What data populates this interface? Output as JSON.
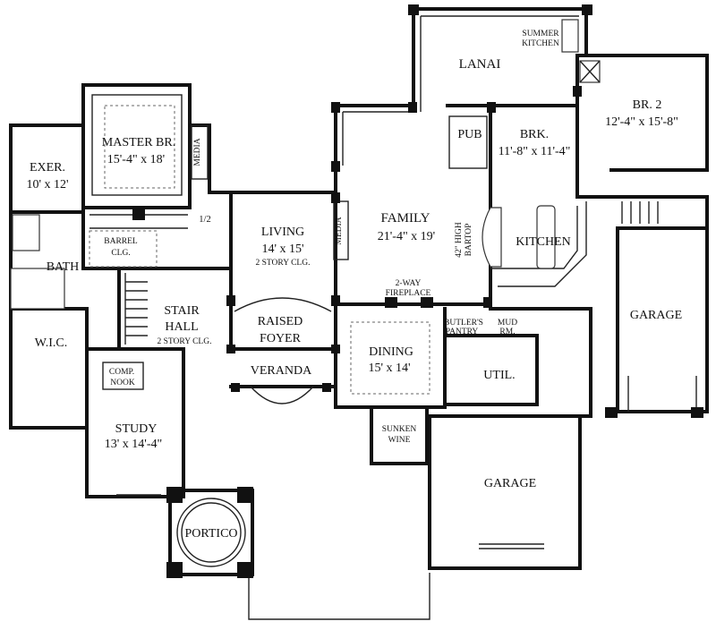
{
  "rooms": {
    "lanai": "LANAI",
    "summer_kitchen": [
      "SUMMER",
      "KITCHEN"
    ],
    "br2": "BR. 2",
    "br2_size": "12'-4\" x 15'-8\"",
    "master": "MASTER BR.",
    "master_size": "15'-4\" x 18'",
    "media_master": "MEDIA",
    "exer": "EXER.",
    "exer_size": "10' x 12'",
    "pub": "PUB",
    "brk": "BRK.",
    "brk_size": "11'-8\" x 11'-4\"",
    "family": "FAMILY",
    "family_size": "21'-4\" x 19'",
    "half_bath": "1/2",
    "living": "LIVING",
    "living_size": "14' x 15'",
    "living_clg": "2 STORY CLG.",
    "media_family": "MEDIA",
    "bartop": [
      "42\" HIGH",
      "BARTOP"
    ],
    "kitchen": "KITCHEN",
    "barrel": "BARREL",
    "barrel_clg": "CLG.",
    "bath": "BATH",
    "fireplace": [
      "2-WAY",
      "FIREPLACE"
    ],
    "garage_right": "GARAGE",
    "wic": "W.I.C.",
    "stair": "STAIR",
    "hall": "HALL",
    "stair_clg": "2 STORY CLG.",
    "raised": "RAISED",
    "foyer": "FOYER",
    "butlers": "BUTLER'S",
    "pantry": "PANTRY",
    "mud": "MUD",
    "rm": "RM.",
    "dining": "DINING",
    "dining_size": "15' x 14'",
    "veranda": "VERANDA",
    "comp": "COMP.",
    "nook": "NOOK",
    "util": "UTIL.",
    "study": "STUDY",
    "study_size": "13' x 14'-4\"",
    "sunken": "SUNKEN",
    "wine": "WINE",
    "garage_bottom": "GARAGE",
    "portico": "PORTICO"
  }
}
